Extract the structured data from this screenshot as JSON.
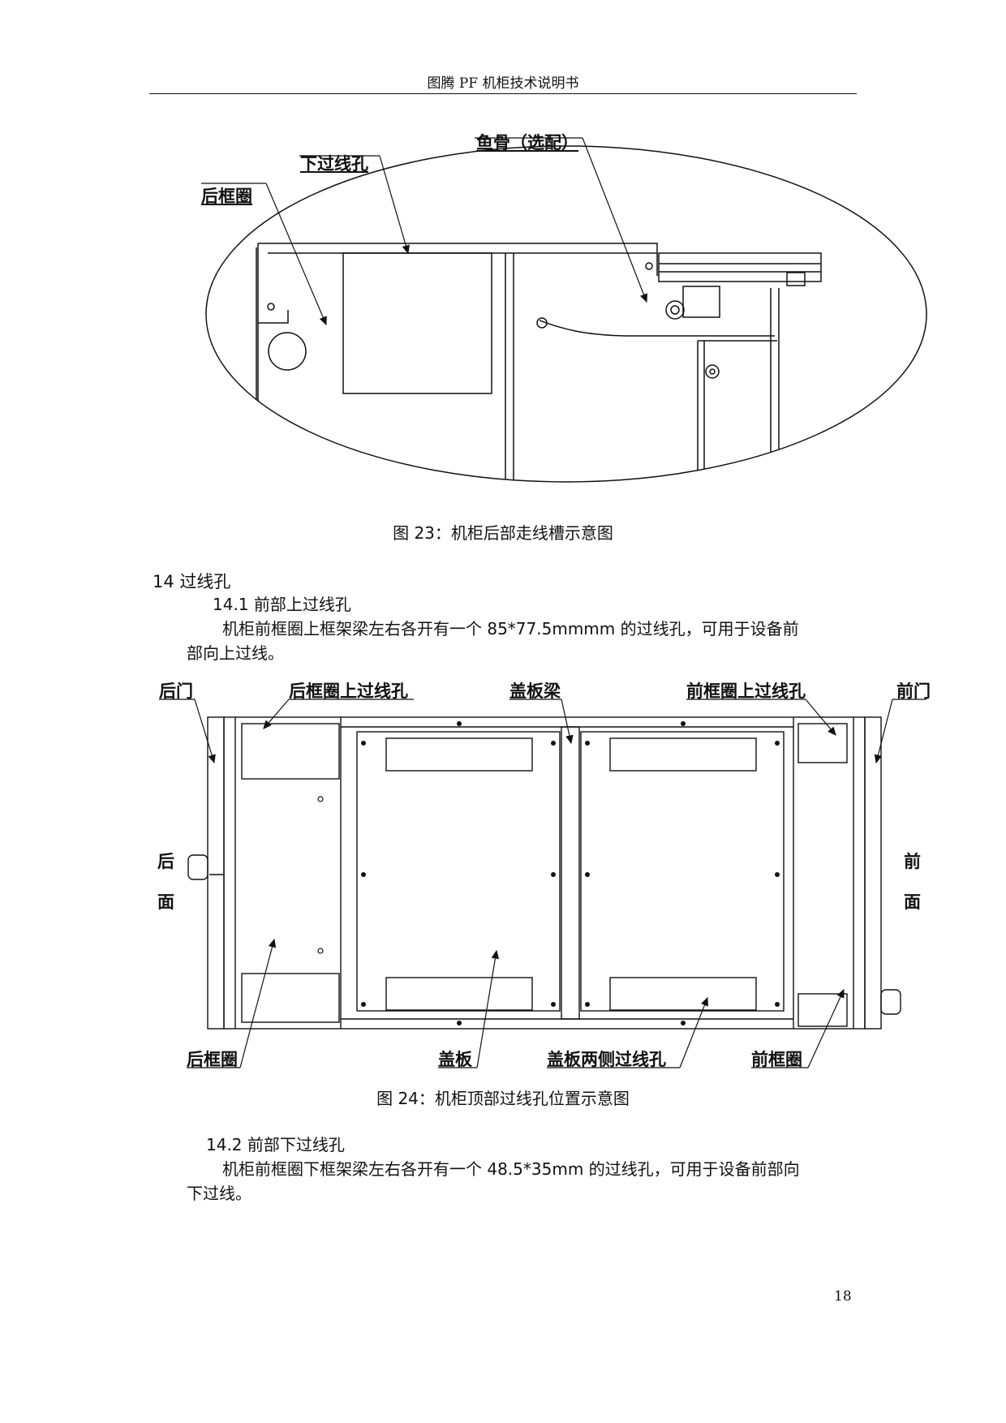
{
  "header": {
    "title": "图腾 PF 机柜技术说明书"
  },
  "figure23": {
    "labels": {
      "fishbone": "鱼骨（选配）",
      "lower_hole": "下过线孔",
      "rear_frame": "后框圈"
    },
    "caption": "图 23：机柜后部走线槽示意图"
  },
  "section14": {
    "heading": "14  过线孔",
    "sub1": {
      "heading": "14.1  前部上过线孔",
      "para_line1": "机柜前框圈上框架梁左右各开有一个 85*77.5mmmm 的过线孔，可用于设备前",
      "para_line2": "部向上过线。"
    },
    "sub2": {
      "heading": "14.2  前部下过线孔",
      "para_line1": "机柜前框圈下框架梁左右各开有一个 48.5*35mm 的过线孔，可用于设备前部向",
      "para_line2": "下过线。"
    }
  },
  "figure24": {
    "labels": {
      "rear_door": "后门",
      "rear_frame_upper_hole": "后框圈上过线孔",
      "cover_beam": "盖板梁",
      "front_frame_upper_hole": "前框圈上过线孔",
      "front_door": "前门",
      "rear_side_1": "后",
      "rear_side_2": "面",
      "front_side_1": "前",
      "front_side_2": "面",
      "rear_frame": "后框圈",
      "cover_plate": "盖板",
      "cover_side_holes": "盖板两侧过线孔",
      "front_frame": "前框圈"
    },
    "caption": "图 24：机柜顶部过线孔位置示意图"
  },
  "page_number": "18"
}
